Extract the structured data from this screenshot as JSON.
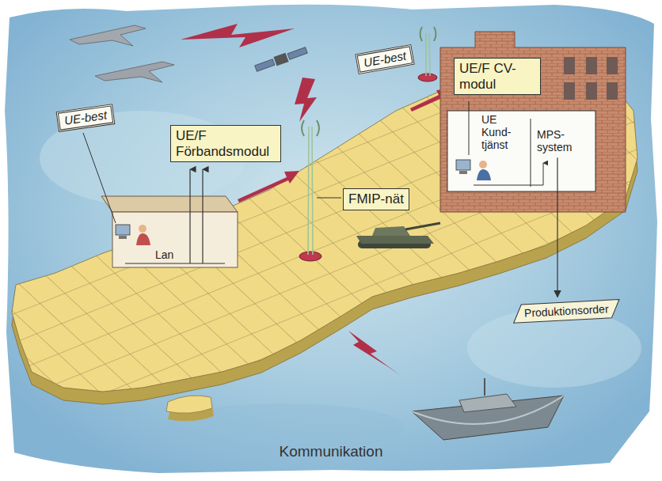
{
  "diagram": {
    "caption": "Kommunikation",
    "nodes": [
      {
        "text": [
          "UE-best"
        ]
      },
      {
        "text": [
          "UE/F CV-modul"
        ]
      },
      {
        "text": [
          "UE-best"
        ]
      },
      {
        "text": [
          "UE/F Förbandsmodul"
        ]
      },
      {
        "text": [
          "MPS- system"
        ]
      },
      {
        "text": [
          "FMIP-nät"
        ]
      },
      {
        "text": [
          "Produktionsorder"
        ]
      }
    ],
    "edges": [
      {
        "from": 4,
        "to": 6,
        "arrow": "to"
      }
    ],
    "labels": [
      "UE Kund- tjänst",
      "Lan"
    ]
  }
}
